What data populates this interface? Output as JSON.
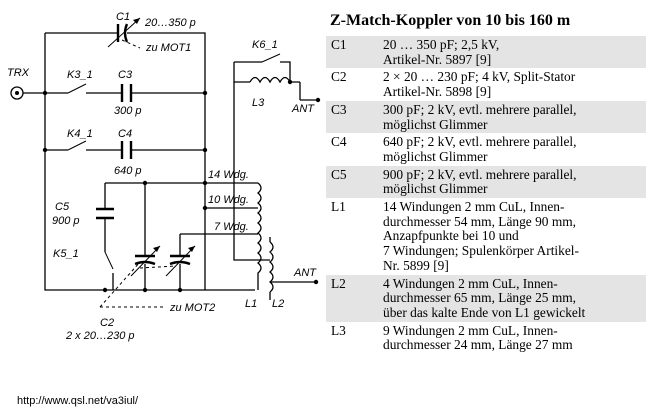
{
  "schematic": {
    "labels": {
      "trx": "TRX",
      "ant": "ANT",
      "ant_main": "ANT",
      "c1_name": "C1",
      "c1_value": "20…350 p",
      "c1_motor": "zu MOT1",
      "k3": "K3_1",
      "c3_name": "C3",
      "c3_value": "300 p",
      "k4": "K4_1",
      "c4_name": "C4",
      "c4_value": "640 p",
      "k6": "K6_1",
      "l3": "L3",
      "c5_name": "C5",
      "c5_value": "900 p",
      "k5": "K5_1",
      "tap14": "14 Wdg.",
      "tap10": "10 Wdg.",
      "tap7": "7 Wdg.",
      "c2_motor": "zu MOT2",
      "l1": "L1",
      "l2": "L2",
      "c2_name": "C2",
      "c2_value": "2 x 20…230 p"
    }
  },
  "source_url": "http://www.qsl.net/va3iul/",
  "parts_table": {
    "title": "Z-Match-Koppler von 10 bis 160 m",
    "rows": [
      {
        "ref": "C1",
        "text": "20 … 350 pF; 2,5 kV,\nArtikel-Nr. 5897  [9]"
      },
      {
        "ref": "C2",
        "text": "2 × 20 … 230 pF; 4 kV, Split-Stator\nArtikel-Nr. 5898  [9]"
      },
      {
        "ref": "C3",
        "text": "300 pF; 2 kV, evtl. mehrere parallel,\nmöglichst Glimmer"
      },
      {
        "ref": "C4",
        "text": "640 pF; 2 kV, evtl. mehrere parallel,\nmöglichst Glimmer"
      },
      {
        "ref": "C5",
        "text": "900 pF; 2 kV, evtl. mehrere parallel,\nmöglichst Glimmer"
      },
      {
        "ref": "L1",
        "text": "14 Windungen 2 mm CuL, Innen-\ndurchmesser 54 mm, Länge 90 mm,\nAnzapfpunkte bei 10 und\n7 Windungen; Spulenkörper Artikel-\nNr. 5899  [9]"
      },
      {
        "ref": "L2",
        "text": "4 Windungen 2 mm CuL, Innen-\ndurchmesser 65 mm, Länge 25 mm,\nüber das kalte Ende von L1 gewickelt"
      },
      {
        "ref": "L3",
        "text": "9 Windungen 2 mm CuL, Innen-\ndurchmesser 24 mm, Länge 27 mm"
      }
    ]
  }
}
